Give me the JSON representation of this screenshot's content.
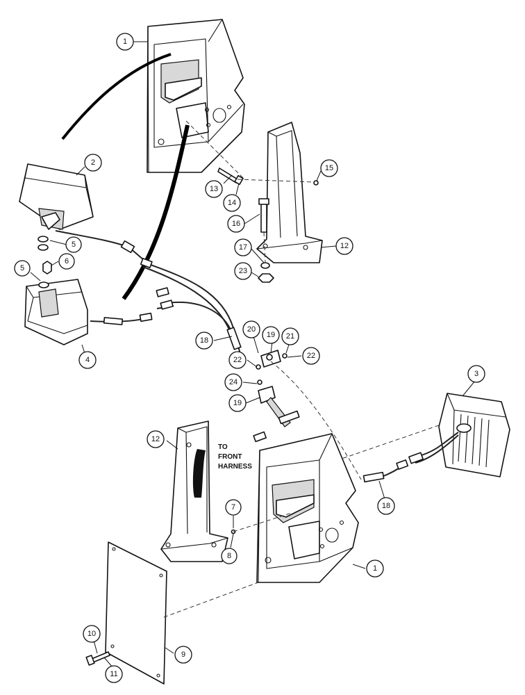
{
  "callouts": [
    {
      "id": "c1a",
      "label": "1"
    },
    {
      "id": "c2",
      "label": "2"
    },
    {
      "id": "c5a",
      "label": "5"
    },
    {
      "id": "c6",
      "label": "6"
    },
    {
      "id": "c5b",
      "label": "5"
    },
    {
      "id": "c4",
      "label": "4"
    },
    {
      "id": "c13",
      "label": "13"
    },
    {
      "id": "c14",
      "label": "14"
    },
    {
      "id": "c15",
      "label": "15"
    },
    {
      "id": "c16",
      "label": "16"
    },
    {
      "id": "c17",
      "label": "17"
    },
    {
      "id": "c23",
      "label": "23"
    },
    {
      "id": "c12a",
      "label": "12"
    },
    {
      "id": "c18a",
      "label": "18"
    },
    {
      "id": "c20",
      "label": "20"
    },
    {
      "id": "c19a",
      "label": "19"
    },
    {
      "id": "c21",
      "label": "21"
    },
    {
      "id": "c22a",
      "label": "22"
    },
    {
      "id": "c22b",
      "label": "22"
    },
    {
      "id": "c24",
      "label": "24"
    },
    {
      "id": "c19b",
      "label": "19"
    },
    {
      "id": "c3",
      "label": "3"
    },
    {
      "id": "c12b",
      "label": "12"
    },
    {
      "id": "c18b",
      "label": "18"
    },
    {
      "id": "c7",
      "label": "7"
    },
    {
      "id": "c8",
      "label": "8"
    },
    {
      "id": "c1b",
      "label": "1"
    },
    {
      "id": "c10",
      "label": "10"
    },
    {
      "id": "c11",
      "label": "11"
    },
    {
      "id": "c9",
      "label": "9"
    }
  ],
  "note": {
    "line1": "TO",
    "line2": "FRONT",
    "line3": "HARNESS"
  }
}
